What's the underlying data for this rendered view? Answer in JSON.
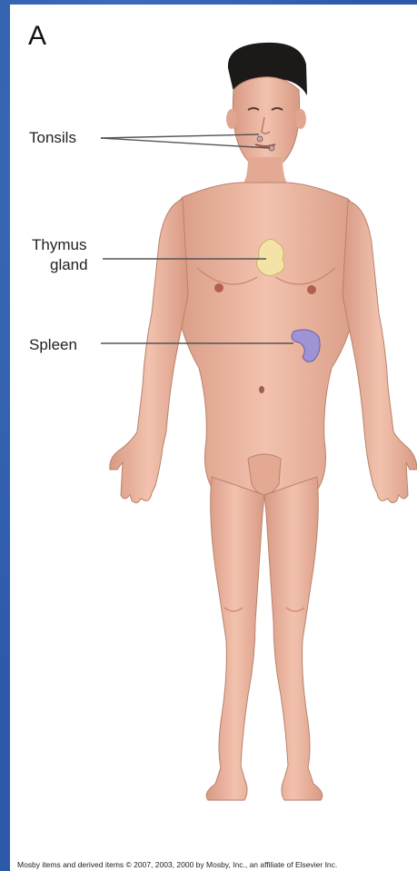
{
  "figure": {
    "panel_letter": "A",
    "labels": {
      "tonsils": "Tonsils",
      "thymus_line1": "Thymus",
      "thymus_line2": "gland",
      "spleen": "Spleen"
    },
    "copyright": "Mosby items and derived items © 2007, 2003, 2000 by Mosby, Inc., an affiliate of Elsevier Inc.",
    "colors": {
      "background": "#2c5aa8",
      "skin": "#eab19a",
      "skin_shadow": "#c98670",
      "hair": "#1c1a18",
      "thymus": "#f3e3a6",
      "spleen": "#9e93d4"
    }
  }
}
